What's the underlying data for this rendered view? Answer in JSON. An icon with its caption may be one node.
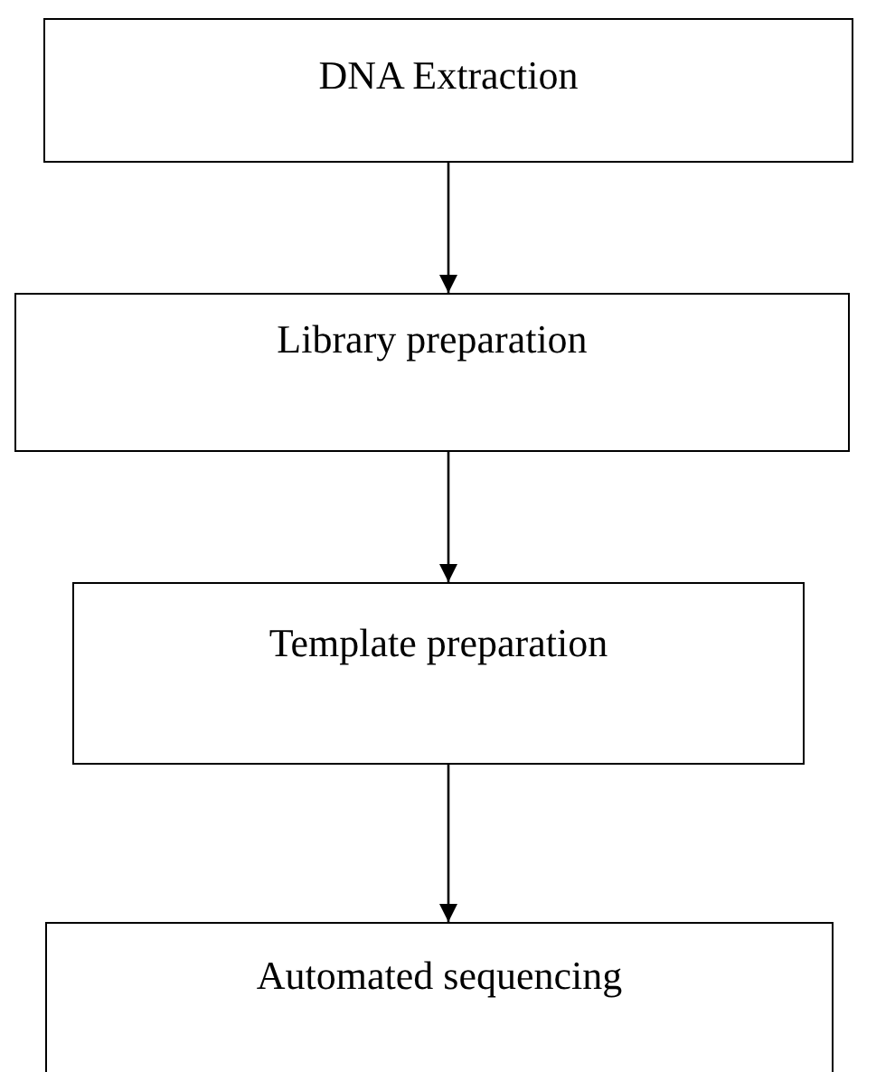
{
  "diagram": {
    "nodes": [
      {
        "text": [
          "DNA Extraction"
        ]
      },
      {
        "text": [
          "Library preparation"
        ]
      },
      {
        "text": [
          "Template preparation"
        ]
      },
      {
        "text": [
          "Automated sequencing"
        ]
      }
    ],
    "edges": [
      {
        "from": 0,
        "to": 1,
        "arrow": "to"
      },
      {
        "from": 1,
        "to": 2,
        "arrow": "to"
      },
      {
        "from": 2,
        "to": 3,
        "arrow": "to"
      }
    ]
  }
}
